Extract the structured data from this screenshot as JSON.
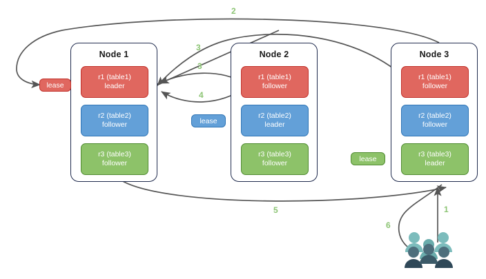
{
  "diagram": {
    "title": "Raft multi-node lease and request routing diagram",
    "colors": {
      "red": "#e0675f",
      "red_border": "#c0302a",
      "blue": "#63a0d8",
      "blue_border": "#2e74b5",
      "green": "#8dc269",
      "green_border": "#4f8b30",
      "node_border": "#1f2a4d",
      "arrow": "#555555",
      "label": "#8cc474",
      "users_light": "#7cbcbc",
      "users_mid": "#6aacac",
      "users_dark": "#4d6e7c",
      "users_darker": "#2f4858"
    }
  },
  "nodes": [
    {
      "title": "Node 1",
      "replicas": [
        {
          "line1": "r1 (table1)",
          "line2": "leader",
          "color": "red"
        },
        {
          "line1": "r2 (table2)",
          "line2": "follower",
          "color": "blue"
        },
        {
          "line1": "r3 (table3)",
          "line2": "follower",
          "color": "green"
        }
      ]
    },
    {
      "title": "Node 2",
      "replicas": [
        {
          "line1": "r1 (table1)",
          "line2": "follower",
          "color": "red"
        },
        {
          "line1": "r2 (table2)",
          "line2": "leader",
          "color": "blue"
        },
        {
          "line1": "r3 (table3)",
          "line2": "follower",
          "color": "green"
        }
      ]
    },
    {
      "title": "Node 3",
      "replicas": [
        {
          "line1": "r1 (table1)",
          "line2": "follower",
          "color": "red"
        },
        {
          "line1": "r2 (table2)",
          "line2": "follower",
          "color": "blue"
        },
        {
          "line1": "r3 (table3)",
          "line2": "leader",
          "color": "green"
        }
      ]
    }
  ],
  "leases": [
    {
      "label": "lease",
      "color": "red"
    },
    {
      "label": "lease",
      "color": "blue"
    },
    {
      "label": "lease",
      "color": "green"
    }
  ],
  "step_labels": [
    {
      "text": "2"
    },
    {
      "text": "3"
    },
    {
      "text": "3"
    },
    {
      "text": "4"
    },
    {
      "text": "5"
    },
    {
      "text": "1"
    },
    {
      "text": "6"
    }
  ],
  "users": {
    "icon": "users-group-icon"
  }
}
